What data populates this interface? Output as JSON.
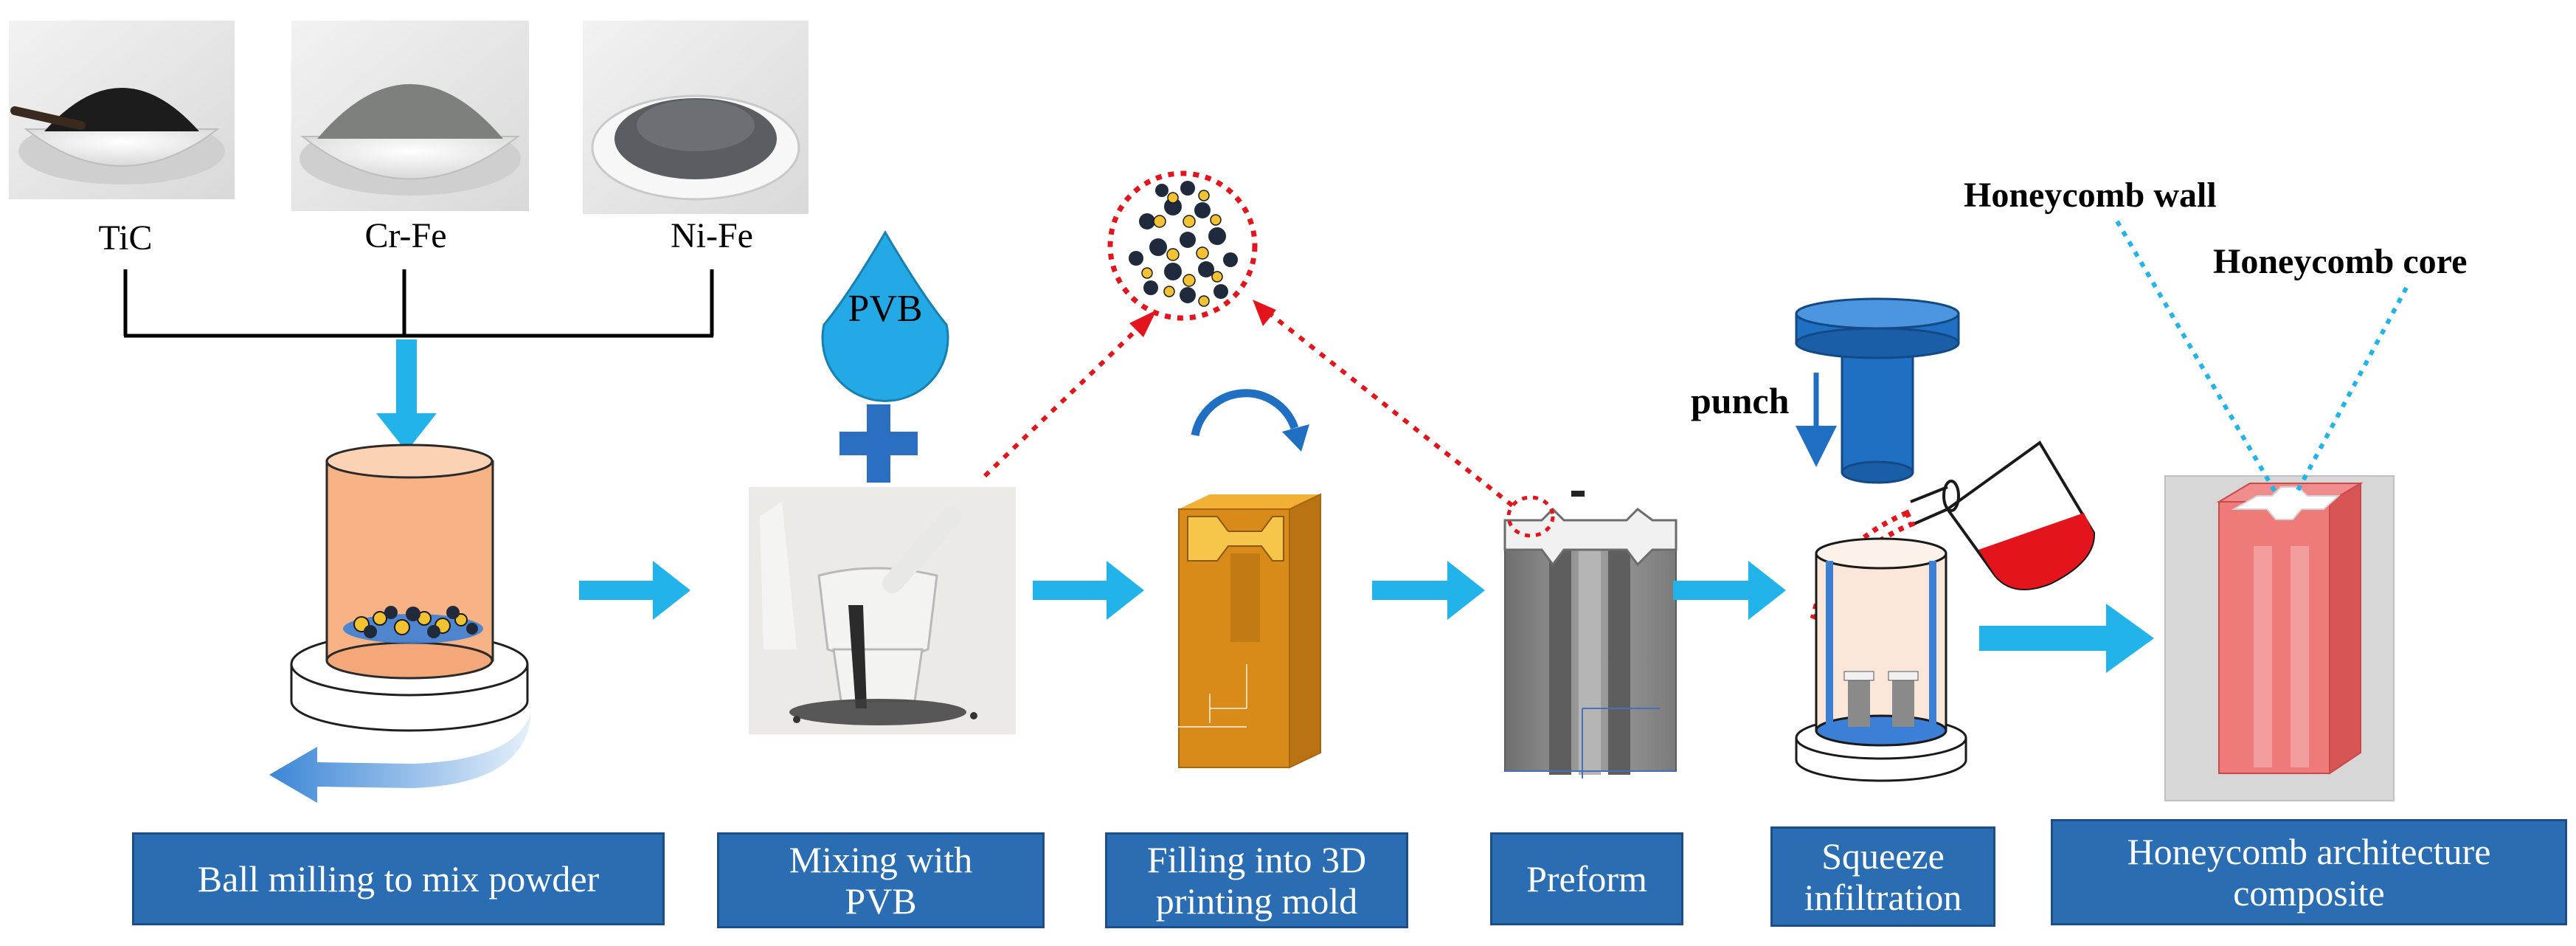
{
  "materials": [
    {
      "label": "TiC"
    },
    {
      "label": "Cr-Fe"
    },
    {
      "label": "Ni-Fe"
    }
  ],
  "binder_label": "PVB",
  "punch_label": "punch",
  "callouts": {
    "wall": "Honeycomb wall",
    "core": "Honeycomb core"
  },
  "steps": [
    {
      "label": "Ball milling to mix powder"
    },
    {
      "label": "Mixing with\nPVB"
    },
    {
      "label": "Filling into 3D\nprinting mold"
    },
    {
      "label": "Preform"
    },
    {
      "label": "Squeeze\ninfiltration"
    },
    {
      "label": "Honeycomb architecture\ncomposite"
    }
  ],
  "colors": {
    "step_box": "#2b6db3",
    "flow_arrow": "#22b3ea",
    "dotted_red": "#e3141b",
    "dotted_cyan": "#22b3ea",
    "mold_orange": "#d98b1a",
    "composite_red": "#ee6a6a"
  }
}
